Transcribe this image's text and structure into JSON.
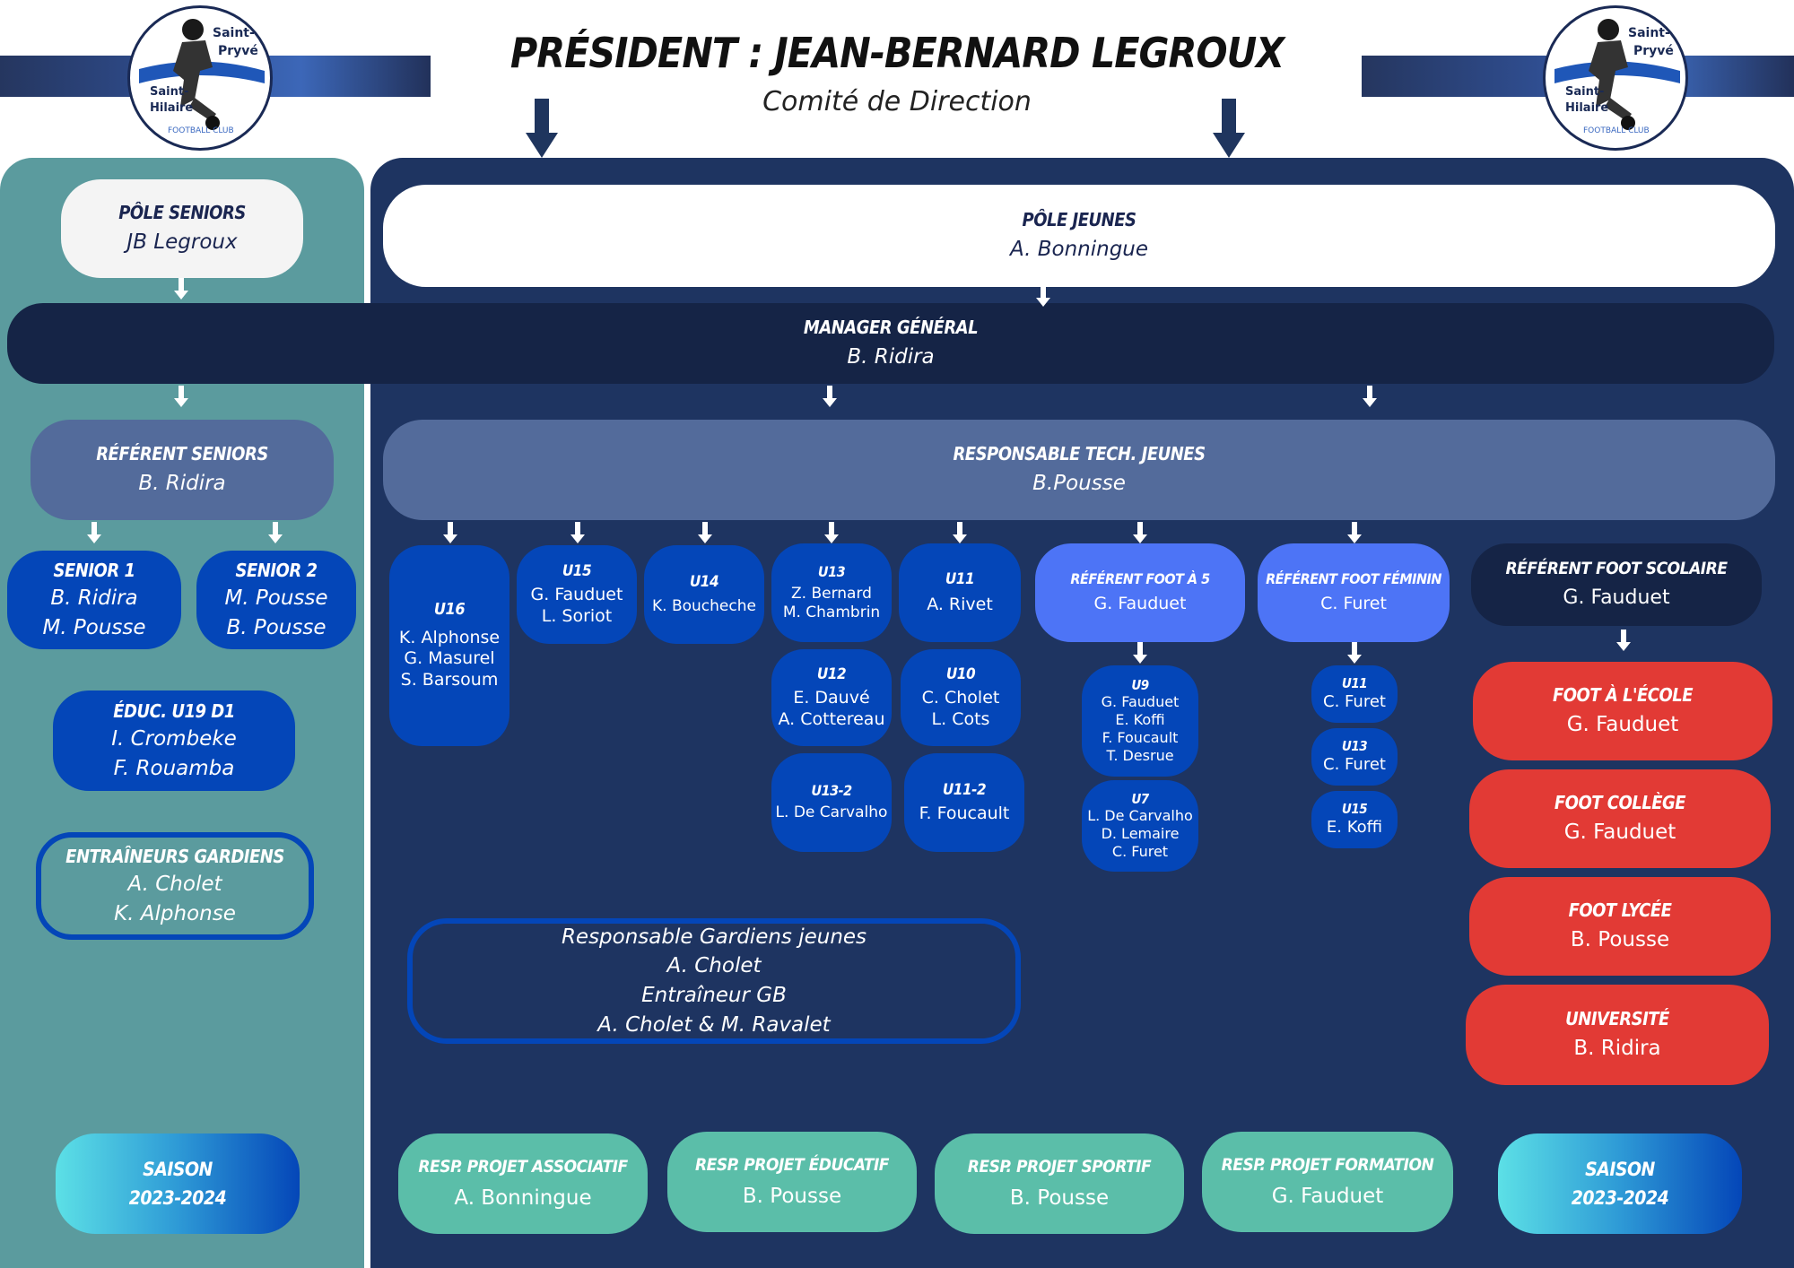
{
  "header": {
    "president": "PRÉSIDENT : JEAN-BERNARD LEGROUX",
    "subtitle": "Comité de Direction"
  },
  "logo": {
    "line1": "Saint-",
    "line2": "Pryvé",
    "line3": "Saint-",
    "line4": "Hilaire",
    "arc": "FOOTBALL CLUB"
  },
  "seniors": {
    "pole": {
      "title": "PÔLE SENIORS",
      "name": "JB Legroux"
    },
    "referent": {
      "title": "RÉFÉRENT SENIORS",
      "name": "B. Ridira"
    },
    "senior1": {
      "title": "SENIOR 1",
      "names": [
        "B. Ridira",
        "M. Pousse"
      ]
    },
    "senior2": {
      "title": "SENIOR 2",
      "names": [
        "M. Pousse",
        "B. Pousse"
      ]
    },
    "u19": {
      "title": "ÉDUC. U19 D1",
      "names": [
        "I. Crombeke",
        "F. Rouamba"
      ]
    },
    "gardiens": {
      "title": "ENTRAÎNEURS GARDIENS",
      "names": [
        "A. Cholet",
        "K. Alphonse"
      ]
    }
  },
  "manager": {
    "title": "MANAGER GÉNÉRAL",
    "name": "B. Ridira"
  },
  "jeunes": {
    "pole": {
      "title": "PÔLE JEUNES",
      "name": "A. Bonningue"
    },
    "resp_tech": {
      "title": "RESPONSABLE TECH. JEUNES",
      "name": "B.Pousse"
    },
    "teams": [
      {
        "title": "U16",
        "names": [
          "K. Alphonse",
          "G. Masurel",
          "S. Barsoum"
        ]
      },
      {
        "title": "U15",
        "names": [
          "G. Fauduet",
          "L. Soriot"
        ]
      },
      {
        "title": "U14",
        "names": [
          "K. Boucheche"
        ]
      },
      {
        "title": "U13",
        "names": [
          "Z. Bernard",
          "M. Chambrin"
        ]
      },
      {
        "title": "U11",
        "names": [
          "A. Rivet"
        ]
      },
      {
        "title": "U12",
        "names": [
          "E. Dauvé",
          "A. Cottereau"
        ]
      },
      {
        "title": "U10",
        "names": [
          "C. Cholet",
          "L. Cots"
        ]
      },
      {
        "title": "U13-2",
        "names": [
          "L. De Carvalho"
        ]
      },
      {
        "title": "U11-2",
        "names": [
          "F. Foucault"
        ]
      }
    ],
    "foot5": {
      "title": "RÉFÉRENT FOOT À 5",
      "name": "G. Fauduet"
    },
    "u9": {
      "title": "U9",
      "names": [
        "G. Fauduet",
        "E. Koffi",
        "F. Foucault",
        "T. Desrue"
      ]
    },
    "u7": {
      "title": "U7",
      "names": [
        "L. De Carvalho",
        "D. Lemaire",
        "C. Furet"
      ]
    },
    "feminin": {
      "title": "RÉFÉRENT FOOT FÉMININ",
      "name": "C. Furet"
    },
    "fem_teams": [
      {
        "title": "U11",
        "name": "C. Furet"
      },
      {
        "title": "U13",
        "name": "C. Furet"
      },
      {
        "title": "U15",
        "name": "E. Koffi"
      }
    ],
    "gardiens_jeunes": [
      "Responsable Gardiens jeunes",
      "A. Cholet",
      "Entraîneur GB",
      "A. Cholet & M. Ravalet"
    ]
  },
  "scolaire": {
    "referent": {
      "title": "RÉFÉRENT FOOT SCOLAIRE",
      "name": "G. Fauduet"
    },
    "items": [
      {
        "title": "FOOT À L'ÉCOLE",
        "name": "G. Fauduet"
      },
      {
        "title": "FOOT COLLÈGE",
        "name": "G. Fauduet"
      },
      {
        "title": "FOOT LYCÉE",
        "name": "B. Pousse"
      },
      {
        "title": "UNIVERSITÉ",
        "name": "B. Ridira"
      }
    ]
  },
  "projets": [
    {
      "title": "RESP. PROJET ASSOCIATIF",
      "name": "A. Bonningue"
    },
    {
      "title": "RESP. PROJET ÉDUCATIF",
      "name": "B. Pousse"
    },
    {
      "title": "RESP. PROJET SPORTIF",
      "name": "B. Pousse"
    },
    {
      "title": "RESP. PROJET FORMATION",
      "name": "G. Fauduet"
    }
  ],
  "saison": {
    "label": "SAISON",
    "years": "2023-2024"
  },
  "colors": {
    "teal_panel": "#5b9b9e",
    "navy_panel": "#1e3461",
    "manager": "#152446",
    "resp_tech": "#536b9b",
    "team_blue": "#0446b8",
    "light_blue": "#4d74f6",
    "red": "#e23a35",
    "green": "#5bbea9"
  }
}
